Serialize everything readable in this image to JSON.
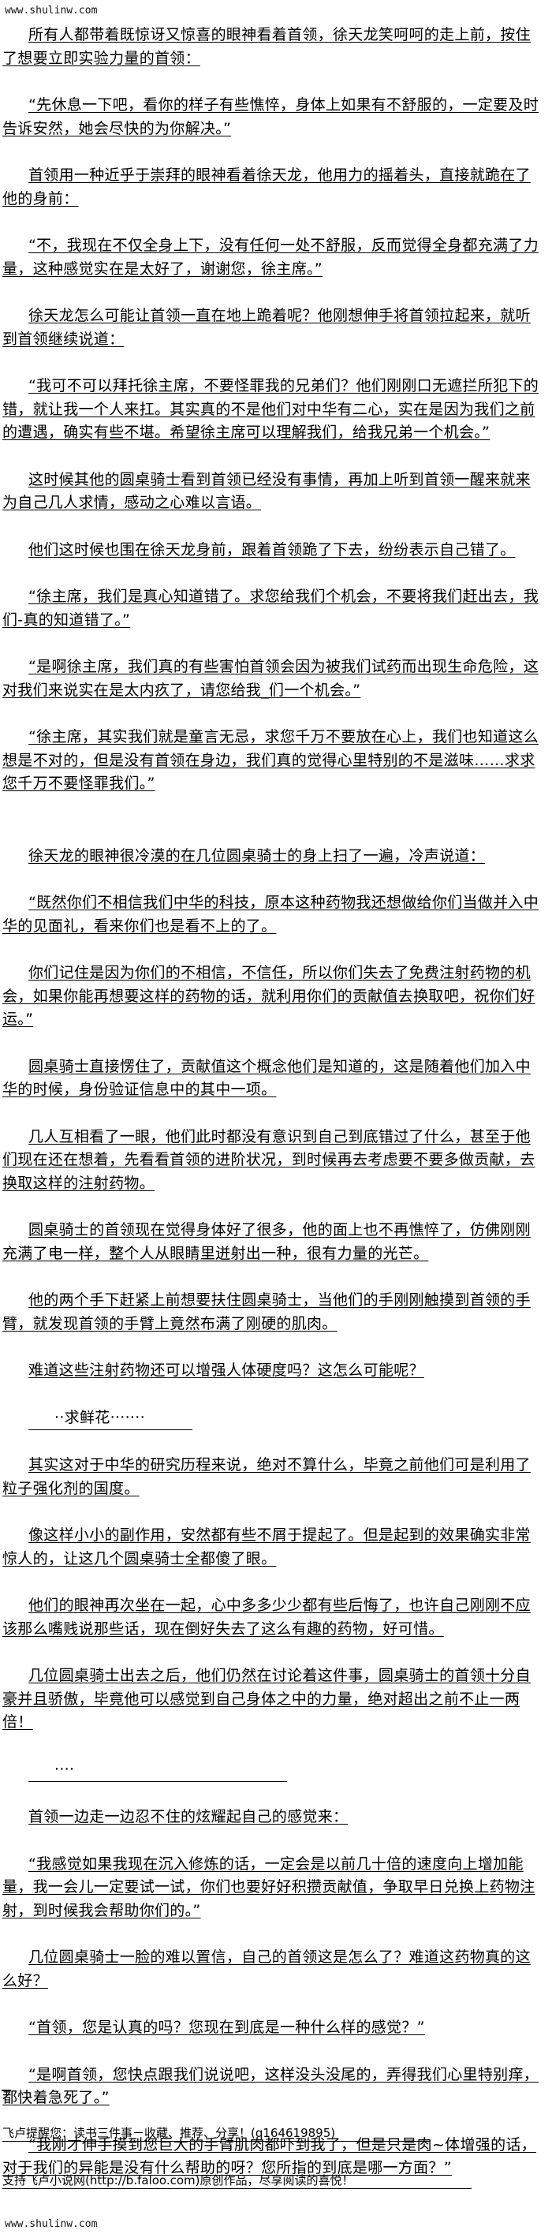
{
  "site": "www.shulinw.com",
  "paragraphs": [
    "所有人都带着既惊讶又惊喜的眼神看着首领，徐天龙笑呵呵的走上前，按住了想要立即实验力量的首领：",
    "“先休息一下吧，看你的样子有些憔悴，身体上如果有不舒服的，一定要及时告诉安然，她会尽快的为你解决。”",
    "首领用一种近乎于崇拜的眼神看着徐天龙，他用力的摇着头，直接就跪在了他的身前：",
    "“不，我现在不仅全身上下，没有任何一处不舒服，反而觉得全身都充满了力量，这种感觉实在是太好了，谢谢您，徐主席。”",
    "徐天龙怎么可能让首领一直在地上跪着呢？他刚想伸手将首领拉起来，就听到首领继续说道：",
    "“我可不可以拜托徐主席，不要怪罪我的兄弟们？他们刚刚口无遮拦所犯下的错，就让我一个人来扛。其实真的不是他们对中华有二心，实在是因为我们之前的遭遇，确实有些不堪。希望徐主席可以理解我们，给我兄弟一个机会。”",
    "这时候其他的圆桌骑士看到首领已经没有事情，再加上听到首领一醒来就来为自己几人求情，感动之心难以言语。",
    "他们这时候也围在徐天龙身前，跟着首领跪了下去，纷纷表示自己错了。",
    "“徐主席，我们是真心知道错了。求您给我们个机会，不要将我们赶出去，我们-真的知道错了。”",
    "“是啊徐主席，我们真的有些害怕首领会因为被我们试药而出现生命危险，这对我们来说实在是太内疚了，请您给我_们一个机会。”",
    "“徐主席，其实我们就是童言无忌，求您千万不要放在心上，我们也知道这么想是不对的，但是没有首领在身边，我们真的觉得心里特别的不是滋味……求求您千万不要怪罪我们。”",
    "徐天龙的眼神很冷漠的在几位圆桌骑士的身上扫了一遍，冷声说道：",
    "“既然你们不相信我们中华的科技，原本这种药物我还想做给你们当做并入中华的见面礼，看来你们也是看不上的了。",
    "你们记住是因为你们的不相信，不信任，所以你们失去了免费注射药物的机会，如果你能再想要这样的药物的话，就利用你们的贡献值去换取吧，祝你们好运。”",
    "圆桌骑士直接愣住了，贡献值这个概念他们是知道的，这是随着他们加入中华的时候，身份验证信息中的其中一项。",
    "几人互相看了一眼，他们此时都没有意识到自己到底错过了什么，甚至于他们现在还在想着，先看看首领的进阶状况，到时候再去考虑要不要多做贡献，去换取这样的注射药物。",
    "圆桌骑士的首领现在觉得身体好了很多，他的面上也不再憔悴了，仿佛刚刚充满了电一样，整个人从眼睛里迸射出一种，很有力量的光芒。",
    "他的两个手下赶紧上前想要扶住圆桌骑士，当他们的手刚刚触摸到首领的手臂，就发现首领的手臂上竟然布满了刚硬的肌肉。",
    "难道这些注射药物还可以增强人体硬度吗？这怎么可能呢？",
    "··求鲜花·······",
    "其实这对于中华的研究历程来说，绝对不算什么，毕竟之前他们可是利用了粒子强化剂的国度。",
    "像这样小小的副作用，安然都有些不屑于提起了。但是起到的效果确实非常惊人的，让这几个圆桌骑士全都傻了眼。",
    "他们的眼神再次坐在一起，心中多多少少都有些后悔了，也许自己刚刚不应该那么嘴贱说那些话，现在倒好失去了这么有趣的药物，好可惜。",
    "几位圆桌骑士出去之后，他们仍然在讨论着这件事，圆桌骑士的首领十分自豪并且骄傲，毕竟他可以感觉到自己身体之中的力量，绝对超出之前不止一两倍！",
    "····",
    "首领一边走一边忍不住的炫耀起自己的感觉来：",
    "“我感觉如果我现在沉入修炼的话，一定会是以前几十倍的速度向上增加能量，我一会儿一定要试一试，你们也要好好积攒贡献值，争取早日兑换上药物注射，到时候我会帮助你们的。”",
    "几位圆桌骑士一脸的难以置信，自己的首领这是怎么了？难道这药物真的这么好？",
    "“首领，您是认真的吗？您现在到底是一种什么样的感觉？”",
    "“是啊首领，您快点跟我们说说吧，这样没头没尾的，弄得我们心里特别痒，都快着急死了。”",
    "“我刚才伸手摸到您巨大的手臂肌肉都吓到我了，但是只是肉~体增强的话，对于我们的异能是没有什么帮助的呀？您所指的到底是哪一方面？”"
  ],
  "footer": {
    "reminder": "飞卢提醒您：读书三件事－收藏、推荐、分享！(q164619895)",
    "support": "支持飞卢小说网(http://b.faloo.com)原创作品，尽享阅读的喜悦！"
  }
}
